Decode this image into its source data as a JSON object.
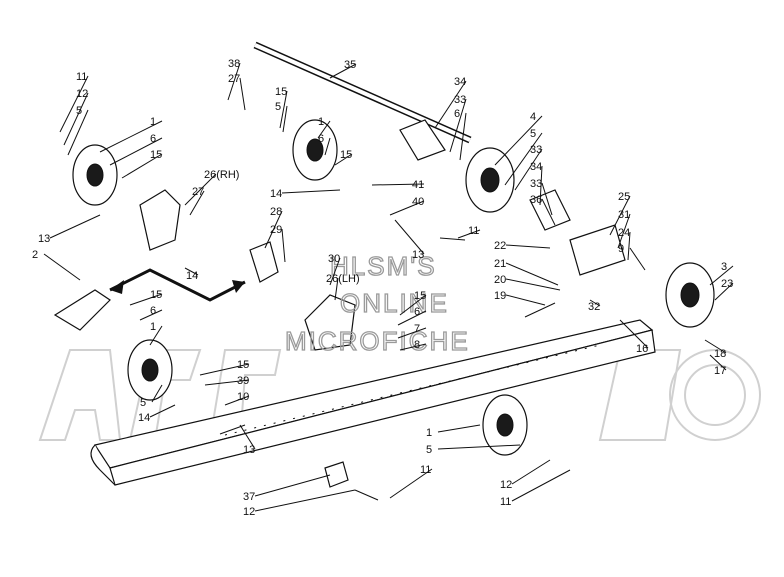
{
  "watermark": {
    "line1": "HLSM'S",
    "line2": "ONLINE",
    "line3": "MICROFICHE",
    "logo": "ArcticCat"
  },
  "callouts": [
    {
      "text": "11"
    },
    {
      "text": "12"
    },
    {
      "text": "5"
    },
    {
      "text": "1"
    },
    {
      "text": "6"
    },
    {
      "text": "15"
    },
    {
      "text": "26(RH)"
    },
    {
      "text": "27"
    },
    {
      "text": "13"
    },
    {
      "text": "2"
    },
    {
      "text": "14"
    },
    {
      "text": "28"
    },
    {
      "text": "29"
    },
    {
      "text": "38"
    },
    {
      "text": "27"
    },
    {
      "text": "15"
    },
    {
      "text": "5"
    },
    {
      "text": "35"
    },
    {
      "text": "1"
    },
    {
      "text": "6"
    },
    {
      "text": "15"
    },
    {
      "text": "14"
    },
    {
      "text": "41"
    },
    {
      "text": "40"
    },
    {
      "text": "13"
    },
    {
      "text": "34"
    },
    {
      "text": "33"
    },
    {
      "text": "6"
    },
    {
      "text": "4"
    },
    {
      "text": "5"
    },
    {
      "text": "33"
    },
    {
      "text": "34"
    },
    {
      "text": "33"
    },
    {
      "text": "36"
    },
    {
      "text": "11"
    },
    {
      "text": "25"
    },
    {
      "text": "31"
    },
    {
      "text": "24"
    },
    {
      "text": "9"
    },
    {
      "text": "22"
    },
    {
      "text": "21"
    },
    {
      "text": "20"
    },
    {
      "text": "19"
    },
    {
      "text": "32"
    },
    {
      "text": "3"
    },
    {
      "text": "23"
    },
    {
      "text": "16"
    },
    {
      "text": "18"
    },
    {
      "text": "17"
    },
    {
      "text": "30"
    },
    {
      "text": "26(LH)"
    },
    {
      "text": "15"
    },
    {
      "text": "6"
    },
    {
      "text": "7"
    },
    {
      "text": "8"
    },
    {
      "text": "15"
    },
    {
      "text": "6"
    },
    {
      "text": "1"
    },
    {
      "text": "15"
    },
    {
      "text": "39"
    },
    {
      "text": "10"
    },
    {
      "text": "5"
    },
    {
      "text": "14"
    },
    {
      "text": "13"
    },
    {
      "text": "37"
    },
    {
      "text": "12"
    },
    {
      "text": "11"
    },
    {
      "text": "1"
    },
    {
      "text": "5"
    },
    {
      "text": "12"
    },
    {
      "text": "11"
    }
  ]
}
